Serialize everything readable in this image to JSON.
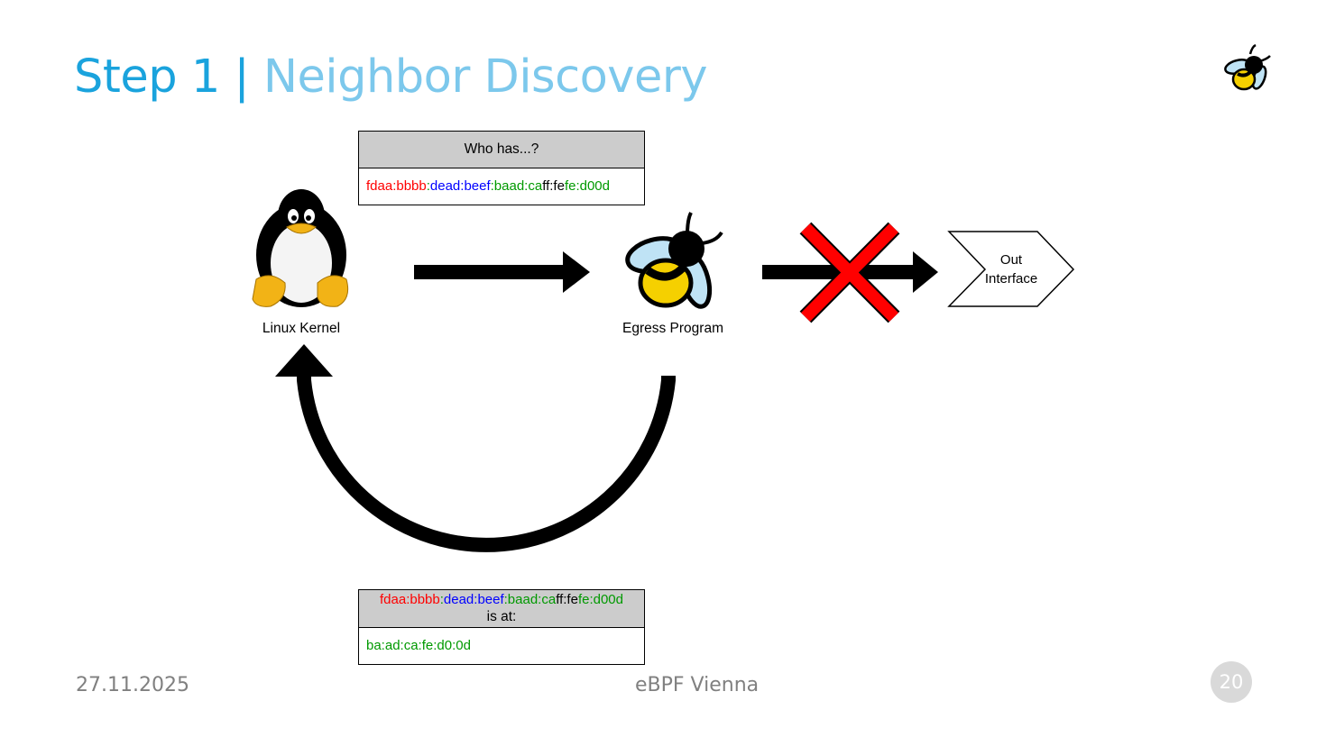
{
  "slide": {
    "title_step": "Step 1",
    "title_sep": "|",
    "title_topic": "Neighbor Discovery",
    "date": "27.11.2025",
    "event": "eBPF Vienna",
    "page_number": "20"
  },
  "icons": {
    "logo": "bee-logo-icon",
    "kernel": "tux-penguin-icon",
    "program": "bee-icon",
    "blocked": "red-x-icon"
  },
  "colors": {
    "title": "#1aa3dd",
    "title_light": "#7cc8ec",
    "prefix": "#ff0000",
    "subnet": "#0000ff",
    "host": "#009900",
    "block": "#ff0000"
  },
  "diagram": {
    "kernel_label": "Linux Kernel",
    "egress_label": "Egress Program",
    "out_interface_line1": "Out",
    "out_interface_line2": "Interface",
    "request": {
      "header": "Who has...?",
      "addr": {
        "p1": "fdaa:bbbb",
        "p2": ":",
        "p3": "dead:beef",
        "p4": ":baad:ca",
        "p5": "ff:fe",
        "p6": "fe:d00d"
      }
    },
    "reply": {
      "addr": {
        "p1": "fdaa:bbbb",
        "p2": ":",
        "p3": "dead:beef",
        "p4": ":baad:ca",
        "p5": "ff:fe",
        "p6": "fe:d00d"
      },
      "is_at": "is at:",
      "mac": "ba:ad:ca:fe:d0:0d"
    }
  }
}
